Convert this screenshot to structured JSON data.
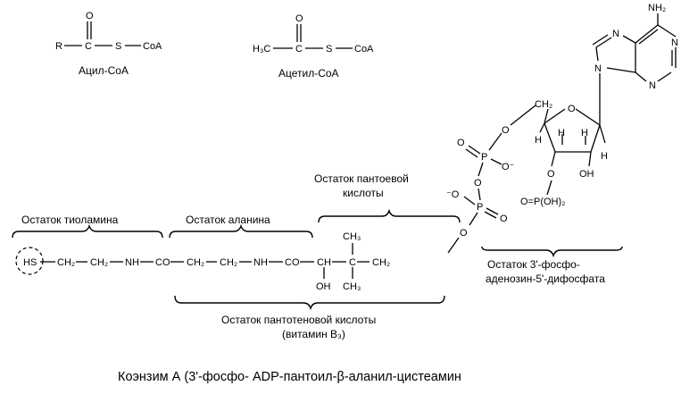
{
  "formulas": {
    "acyl_coa": {
      "r": "R",
      "c": "C",
      "o": "O",
      "s": "S",
      "coa": "CoA",
      "name": "Ацил-CoA"
    },
    "acetyl_coa": {
      "h3c": "H₃C",
      "c": "C",
      "o": "O",
      "s": "S",
      "coa": "CoA",
      "name": "Ацетил-CoA"
    }
  },
  "adenine": {
    "nh2": "NH₂",
    "n1": "N",
    "n2": "N",
    "n3": "N",
    "n4": "N"
  },
  "ribose": {
    "ch2": "CH₂",
    "o_ring": "O",
    "h1": "H",
    "h2": "H",
    "h3": "H",
    "h4": "H",
    "oh": "OH",
    "o3": "O",
    "phosphate": "O=P(OH)₂"
  },
  "diphosphate": {
    "o_link": "O",
    "p1": "P",
    "o_double1": "O",
    "o_minus1": "O⁻",
    "o_bridge": "O",
    "p2": "P",
    "o_minus2": "⁻O",
    "o_double2": "O",
    "o_bottom": "O"
  },
  "chain": {
    "hs": "HS",
    "ch2_a": "CH₂",
    "ch2_b": "CH₂",
    "nh_a": "NH",
    "co_a": "CO",
    "ch2_c": "CH₂",
    "ch2_d": "CH₂",
    "nh_b": "NH",
    "co_b": "CO",
    "ch": "CH",
    "oh": "OH",
    "c": "C",
    "ch3_top": "CH₃",
    "ch3_bottom": "CH₃",
    "ch2_e": "CH₂"
  },
  "labels": {
    "thiolamine": "Остаток тиоламина",
    "alanine": "Остаток аланина",
    "pantoic_line1": "Остаток пантоевой",
    "pantoic_line2": "кислоты",
    "adp_line1": "Остаток 3'-фосфо-",
    "adp_line2": "аденозин-5'-дифосфата",
    "pantothenic_line1": "Остаток пантотеновой кислоты",
    "pantothenic_line2": "(витамин B₃)"
  },
  "caption": "Коэнзим А (3'-фосфо- ADP-пантоил-β-аланил-цистеамин"
}
